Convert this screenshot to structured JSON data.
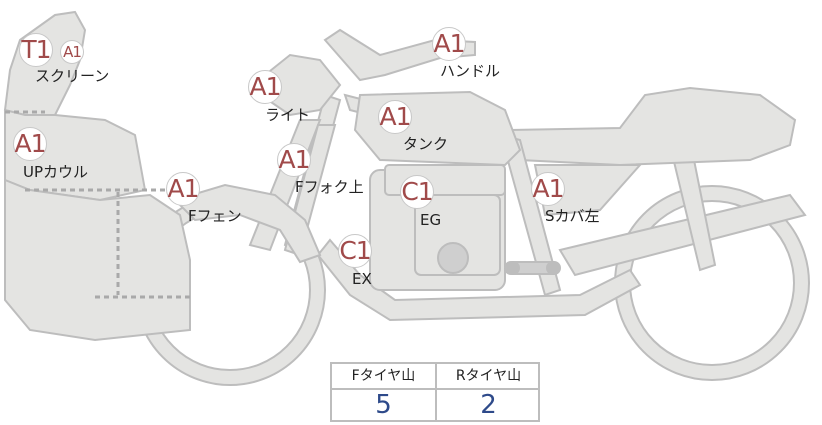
{
  "parts": {
    "screen": {
      "grade": "T1",
      "grade2": "A1",
      "label": "スクリーン"
    },
    "upcowl": {
      "grade": "A1",
      "label": "UPカウル"
    },
    "light": {
      "grade": "A1",
      "label": "ライト"
    },
    "handle": {
      "grade": "A1",
      "label": "ハンドル"
    },
    "tank": {
      "grade": "A1",
      "label": "タンク"
    },
    "ffork": {
      "grade": "A1",
      "label": "Fフォク上"
    },
    "ffender": {
      "grade": "A1",
      "label": "Fフェン"
    },
    "engine": {
      "grade": "C1",
      "label": "EG"
    },
    "exhaust": {
      "grade": "C1",
      "label": "EX"
    },
    "sidecover": {
      "grade": "A1",
      "label": "Sカバ左"
    }
  },
  "tread": {
    "front_header": "Fタイヤ山",
    "rear_header": "Rタイヤ山",
    "front_value": "5",
    "rear_value": "2"
  },
  "colors": {
    "part_fill": "#e4e4e2",
    "part_stroke": "#bdbdbd",
    "grade_text": "#a04a4a",
    "value_text": "#2e4a8a"
  }
}
